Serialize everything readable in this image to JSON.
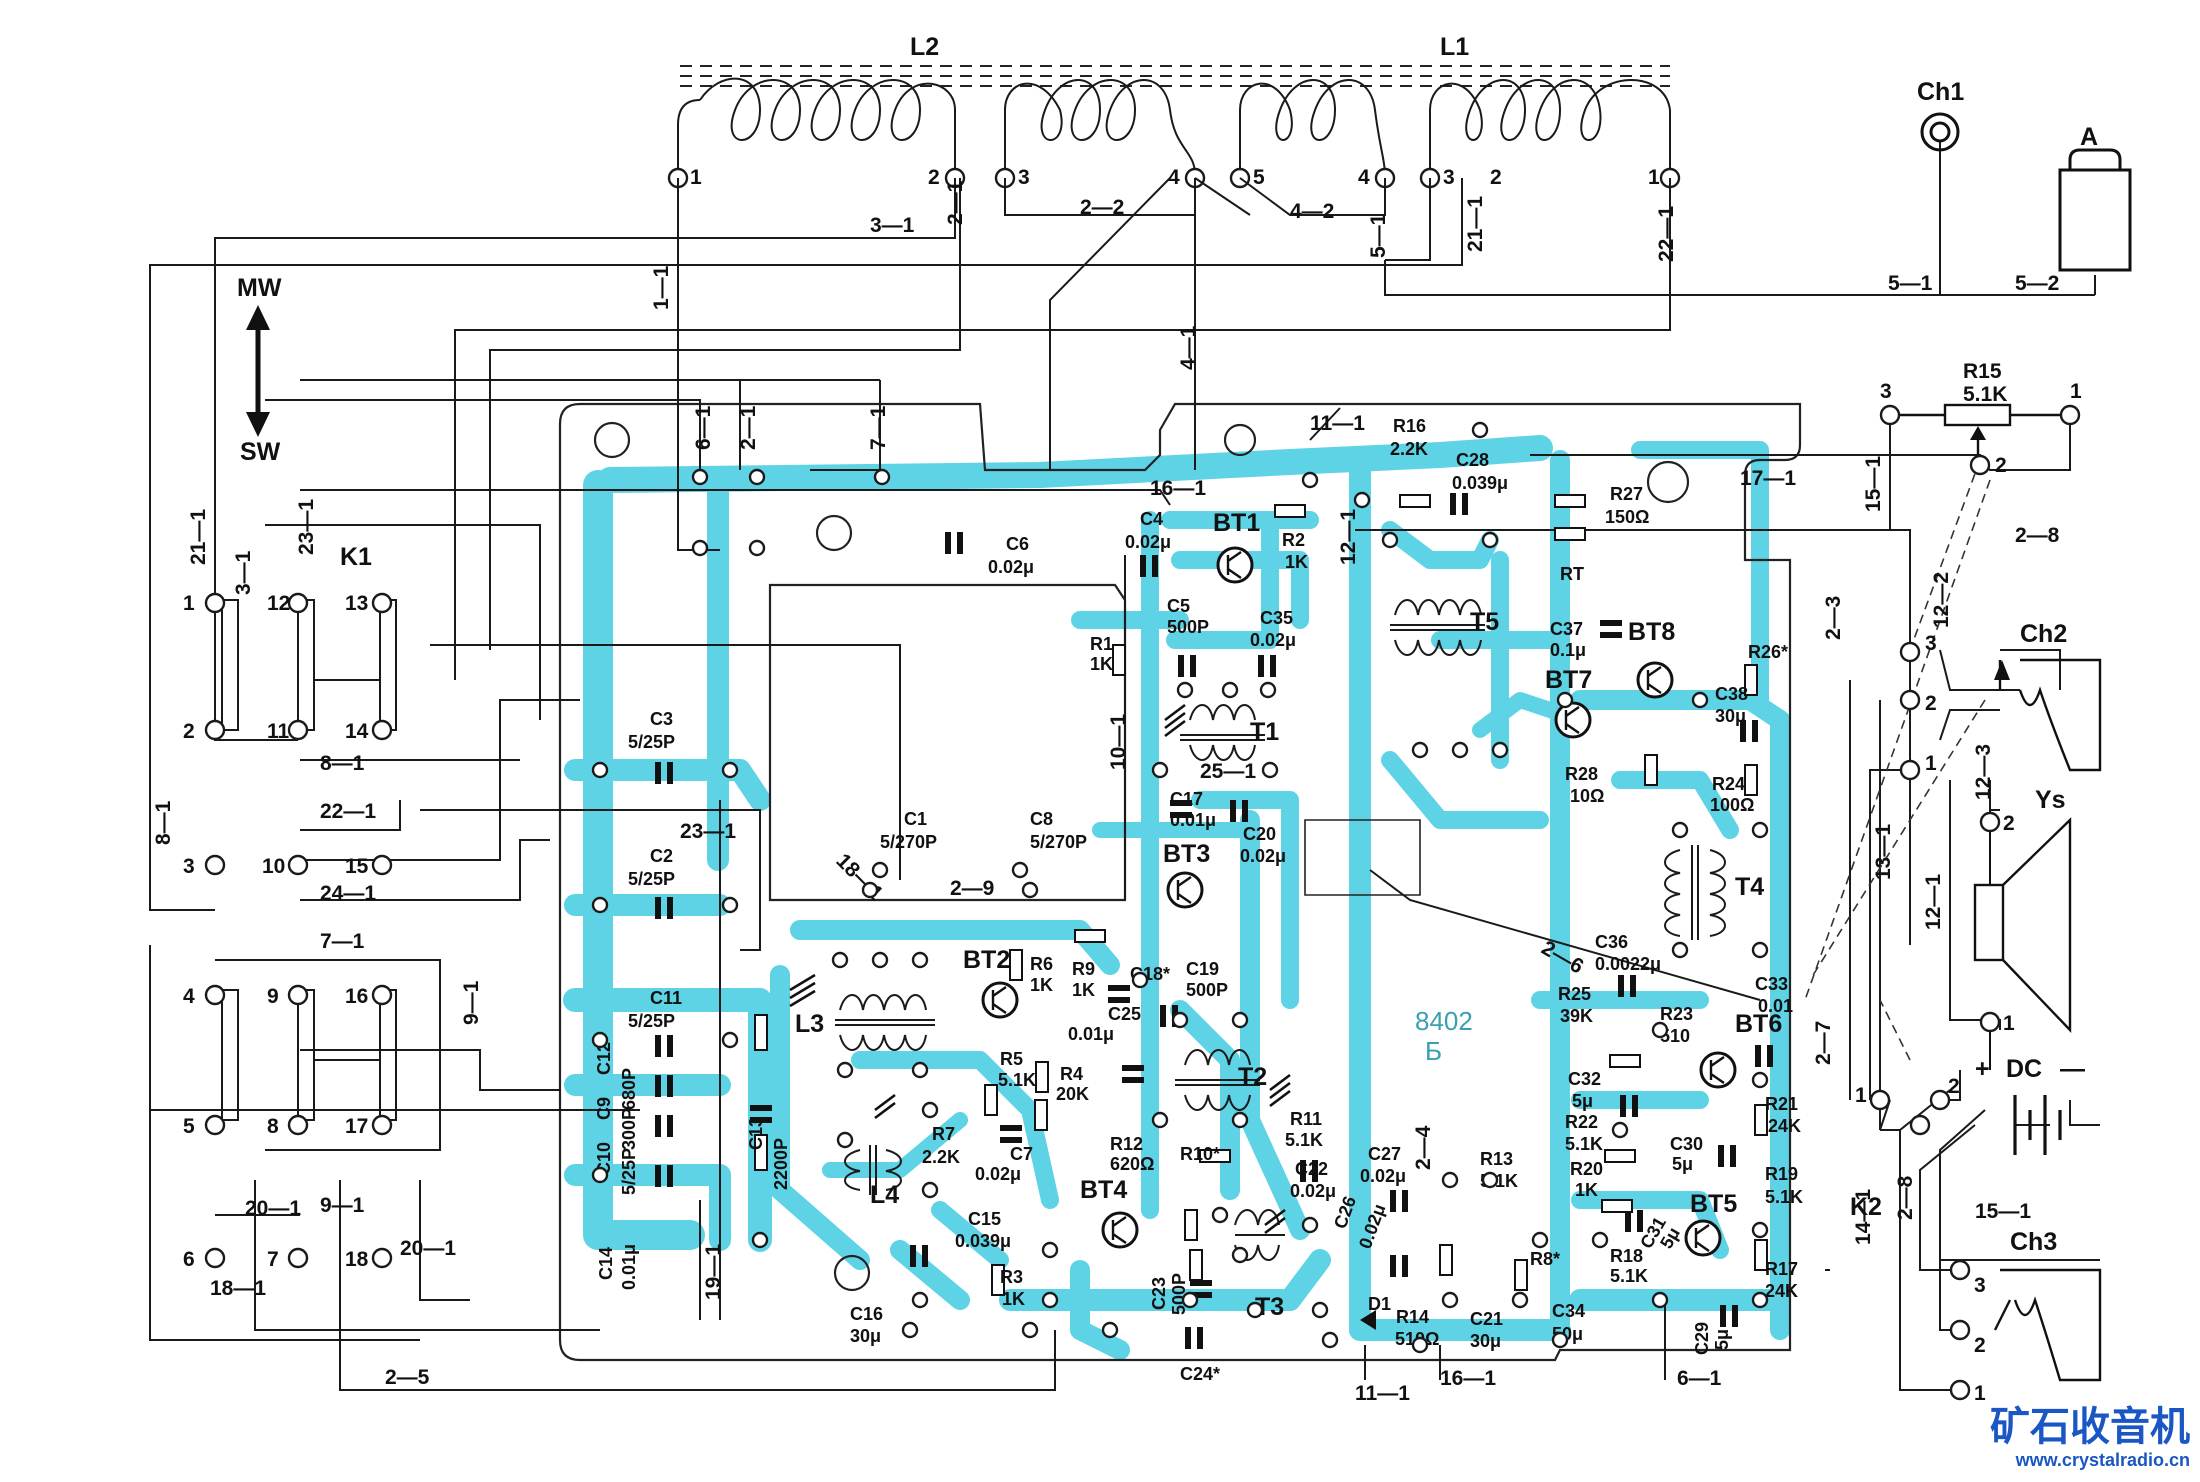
{
  "coils": {
    "l2": "L2",
    "l1": "L1"
  },
  "switches": {
    "k1": "K1",
    "k2": "K2",
    "band_mw": "MW",
    "band_sw": "SW"
  },
  "antenna": {
    "ch1": "Ch1",
    "a": "A",
    "wire_5_1": "5—1",
    "wire_5_2": "5—2"
  },
  "potentiometer": {
    "name": "R15",
    "value": "5.1K",
    "pin_3": "3",
    "pin_1": "1",
    "pin_2": "2"
  },
  "jacks": {
    "ch2": "Ch2",
    "ch3": "Ch3",
    "speaker": "Ys",
    "dc": "DC",
    "plus": "+",
    "minus": "—"
  },
  "transistors": [
    "BT1",
    "BT2",
    "BT3",
    "BT4",
    "BT5",
    "BT6",
    "BT7",
    "BT8"
  ],
  "transformers": [
    "T1",
    "T2",
    "T3",
    "T4",
    "T5"
  ],
  "inductors": [
    "L3",
    "L4"
  ],
  "misc": {
    "d1": "D1",
    "rt": "RT",
    "board_mark": "8402",
    "board_mark2": "Б"
  },
  "components": [
    {
      "ref": "R16",
      "val": "2.2K"
    },
    {
      "ref": "C28",
      "val": "0.039μ"
    },
    {
      "ref": "R27",
      "val": "150Ω"
    },
    {
      "ref": "C6",
      "val": "0.02μ"
    },
    {
      "ref": "C4",
      "val": "0.02μ"
    },
    {
      "ref": "R2",
      "val": "1K"
    },
    {
      "ref": "C5",
      "val": "500P"
    },
    {
      "ref": "C35",
      "val": "0.02μ"
    },
    {
      "ref": "R1",
      "val": "1K"
    },
    {
      "ref": "C37",
      "val": "0.1μ"
    },
    {
      "ref": "R26*",
      "val": ""
    },
    {
      "ref": "C38",
      "val": "30μ"
    },
    {
      "ref": "R28",
      "val": "10Ω"
    },
    {
      "ref": "R24",
      "val": "100Ω"
    },
    {
      "ref": "C3",
      "val": "5/25P"
    },
    {
      "ref": "C2",
      "val": "5/25P"
    },
    {
      "ref": "C1",
      "val": "5/270P"
    },
    {
      "ref": "C8",
      "val": "5/270P"
    },
    {
      "ref": "C17",
      "val": "0.01μ"
    },
    {
      "ref": "C20",
      "val": "0.02μ"
    },
    {
      "ref": "C11",
      "val": "5/25P"
    },
    {
      "ref": "R6",
      "val": "1K"
    },
    {
      "ref": "R9",
      "val": "1K"
    },
    {
      "ref": "C18*",
      "val": ""
    },
    {
      "ref": "C19",
      "val": "500P"
    },
    {
      "ref": "C36",
      "val": "0.0022μ"
    },
    {
      "ref": "C33",
      "val": "0.01"
    },
    {
      "ref": "R25",
      "val": "39K"
    },
    {
      "ref": "R23",
      "val": "510"
    },
    {
      "ref": "C25",
      "val": "0.01μ"
    },
    {
      "ref": "R5",
      "val": "5.1K"
    },
    {
      "ref": "R4",
      "val": "20K"
    },
    {
      "ref": "R7",
      "val": "2.2K"
    },
    {
      "ref": "C7",
      "val": "0.02μ"
    },
    {
      "ref": "R12",
      "val": "620Ω"
    },
    {
      "ref": "R11",
      "val": "5.1K"
    },
    {
      "ref": "C22",
      "val": "0.02μ"
    },
    {
      "ref": "C27",
      "val": "0.02μ"
    },
    {
      "ref": "R13",
      "val": "5.1K"
    },
    {
      "ref": "C32",
      "val": "5μ"
    },
    {
      "ref": "R21",
      "val": "24K"
    },
    {
      "ref": "R22",
      "val": "5.1K"
    },
    {
      "ref": "C30",
      "val": "5μ"
    },
    {
      "ref": "R20",
      "val": "1K"
    },
    {
      "ref": "R19",
      "val": "5.1K"
    },
    {
      "ref": "C13",
      "val": "2200P"
    },
    {
      "ref": "C15",
      "val": "0.039μ"
    },
    {
      "ref": "R10*",
      "val": ""
    },
    {
      "ref": "C26",
      "val": "0.02μ"
    },
    {
      "ref": "C31",
      "val": "5μ"
    },
    {
      "ref": "C12",
      "val": "680P"
    },
    {
      "ref": "C9",
      "val": "300P"
    },
    {
      "ref": "C10",
      "val": "5/25P"
    },
    {
      "ref": "C14",
      "val": "0.01μ"
    },
    {
      "ref": "R3",
      "val": "1K"
    },
    {
      "ref": "C23",
      "val": "500P"
    },
    {
      "ref": "R8*",
      "val": ""
    },
    {
      "ref": "R18",
      "val": "5.1K"
    },
    {
      "ref": "R17",
      "val": "24K"
    },
    {
      "ref": "R14",
      "val": "510Ω"
    },
    {
      "ref": "C21",
      "val": "30μ"
    },
    {
      "ref": "C34",
      "val": "50μ"
    },
    {
      "ref": "C16",
      "val": "30μ"
    },
    {
      "ref": "C24*",
      "val": ""
    },
    {
      "ref": "C29",
      "val": "5μ"
    }
  ],
  "wires": [
    "3—1",
    "2—1",
    "2—2",
    "4—2",
    "5—1",
    "21—1",
    "22—1",
    "1—1",
    "4—1",
    "6—1",
    "2—1",
    "7—1",
    "11—1",
    "16—1",
    "12—1",
    "17—1",
    "15—1",
    "2—8",
    "2—3",
    "12—2",
    "10—1",
    "25—1",
    "8—1",
    "9—1",
    "2—9",
    "18—1",
    "22—1",
    "23—1",
    "24—1",
    "7—1",
    "9—1",
    "20—1",
    "18—1",
    "19—1",
    "20—1",
    "2—5",
    "2—4",
    "12—3",
    "13—1",
    "12—1",
    "2—7",
    "2—6",
    "14—1",
    "2—8",
    "15—1",
    "11—1",
    "16—1",
    "6—1",
    "3—1",
    "21—1",
    "8—1",
    "23—1"
  ],
  "watermark": {
    "cn": "矿石收音机",
    "url": "www.crystalradio.cn"
  }
}
